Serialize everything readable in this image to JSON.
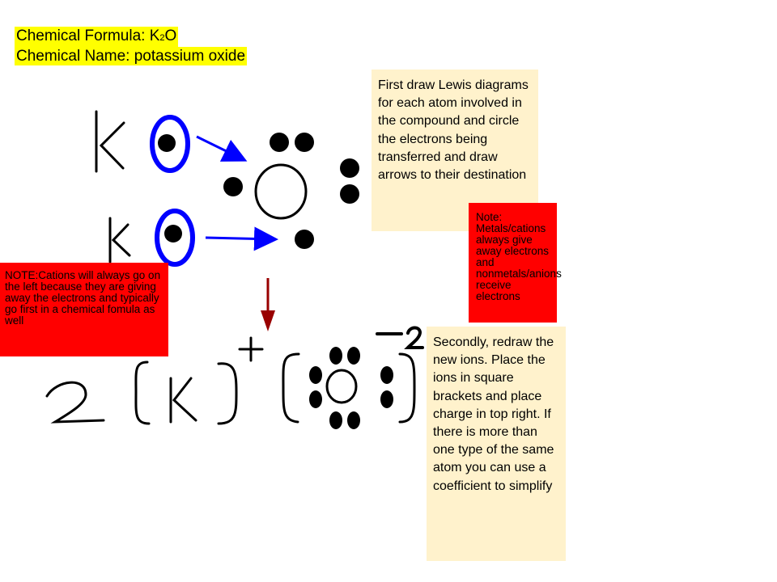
{
  "title": {
    "formula_label": "Chemical Formula: K",
    "formula_subscript": "2",
    "formula_suffix": "O",
    "name_line": "Chemical Name: potassium oxide"
  },
  "notes": {
    "step1": "First draw Lewis diagrams for each atom involved in the compound and circle the electrons being transferred and draw arrows to their destination",
    "metals": "Note: Metals/cations always give away electrons and nonmetals/anions receive electrons",
    "cations": "NOTE:Cations will always go on the left because they are giving away the electrons and typically go first in a chemical fomula as well",
    "step2": "Secondly, redraw the new ions. Place the ions in square brackets and place charge in top right. If there is more than one type of the same atom you can use a coefficient to simplify"
  },
  "handwriting": {
    "potassium_top": "K",
    "potassium_bottom": "K",
    "coefficient": "2",
    "cation_symbol": "K",
    "cation_charge": "+",
    "anion_charge": "-2"
  },
  "colors": {
    "highlight": "#ffff00",
    "tan_note": "#fff2cc",
    "red_note": "#ff0000",
    "electron_circle": "#0000ff",
    "down_arrow": "#990000"
  }
}
